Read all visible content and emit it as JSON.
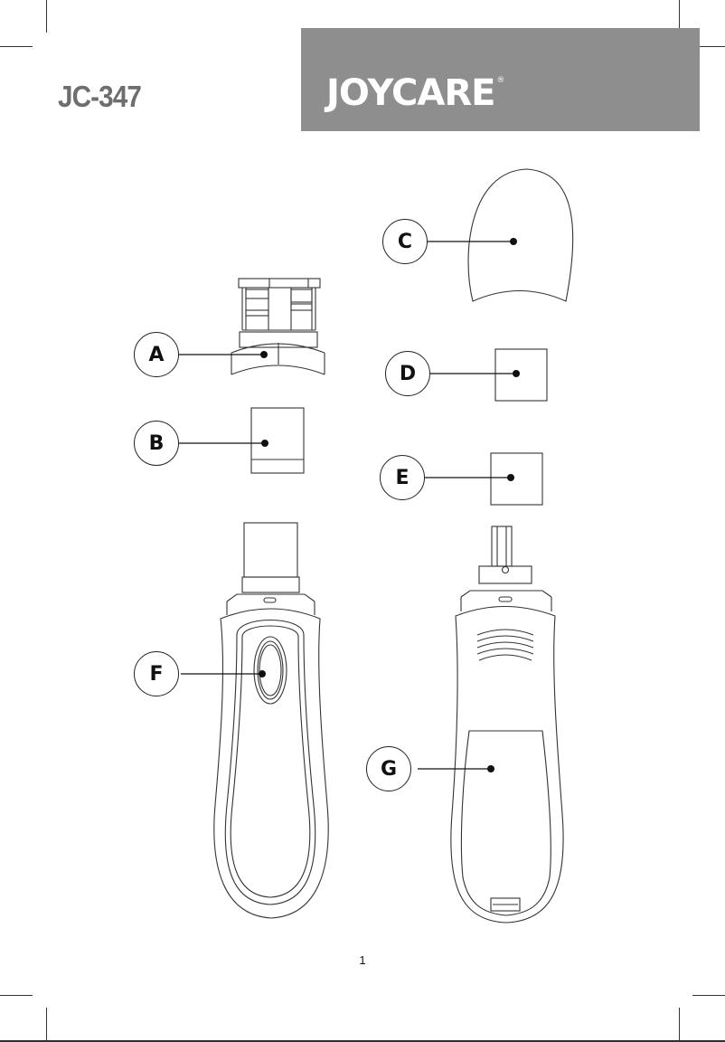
{
  "header": {
    "model": "JC-347",
    "brand": "JOYCARE",
    "brand_mark": "®",
    "banner_color": "#8e8e8e"
  },
  "parts": [
    {
      "letter": "A",
      "name": "brush-head-attachment"
    },
    {
      "letter": "B",
      "name": "small-attachment"
    },
    {
      "letter": "C",
      "name": "protective-cap"
    },
    {
      "letter": "D",
      "name": "square-attachment-d"
    },
    {
      "letter": "E",
      "name": "square-attachment-e"
    },
    {
      "letter": "F",
      "name": "power-button"
    },
    {
      "letter": "G",
      "name": "battery-cover"
    }
  ],
  "labels": {
    "a": "A",
    "b": "B",
    "c": "C",
    "d": "D",
    "e": "E",
    "f": "F",
    "g": "G"
  },
  "footer": {
    "page_number": "1"
  }
}
